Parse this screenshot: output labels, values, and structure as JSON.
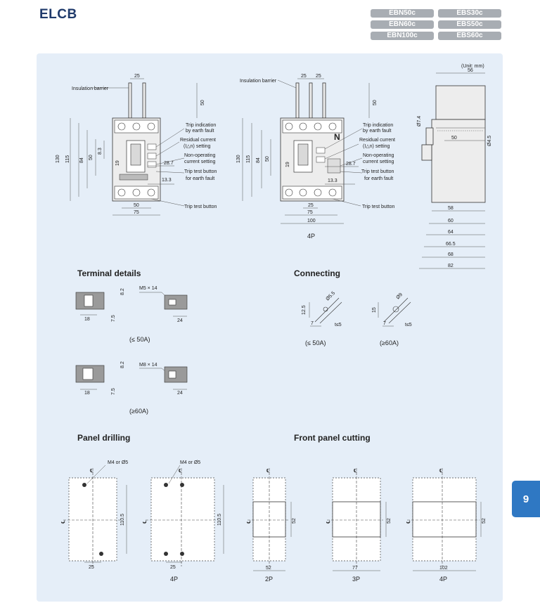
{
  "header": {
    "title": "ELCB",
    "models": [
      "EBN50c",
      "EBS30c",
      "EBN60c",
      "EBS50c",
      "EBN100c",
      "EBS60c"
    ]
  },
  "page_tab": "9",
  "top_drawing": {
    "unit": "(Unit: mm)",
    "labels": {
      "insulation_barrier": "Insulation barrier",
      "trip_indication_1": "Trip indication",
      "trip_indication_2": "by earth fault",
      "residual_current_1": "Residual current",
      "residual_current_2": "(I△n) setting",
      "non_operating_1": "Non-operating",
      "non_operating_2": "current setting",
      "trip_test_1": "Trip test button",
      "trip_test_2": "for earth fault",
      "trip_test_button": "Trip test button"
    },
    "three_pole_dims": [
      "25",
      "50",
      "130",
      "115",
      "84",
      "50",
      "8.3",
      "19",
      "28.7",
      "13.3",
      "50",
      "75"
    ],
    "four_pole_dims": [
      "25",
      "25",
      "50",
      "130",
      "115",
      "84",
      "50",
      "19",
      "28.7",
      "13.3",
      "25",
      "75",
      "100"
    ],
    "four_pole_caption": "4P",
    "n_mark": "N",
    "side_dims": [
      "56",
      "Ø7.4",
      "50",
      "Ø4.5",
      "58",
      "60",
      "64",
      "66.5",
      "68",
      "82"
    ]
  },
  "terminal_details": {
    "heading": "Terminal details",
    "small": {
      "screw": "M5 × 14",
      "dims": [
        "8.2",
        "18",
        "7.5",
        "24"
      ],
      "caption": "(≤ 50A)"
    },
    "large": {
      "screw": "M8 × 14",
      "dims": [
        "8.2",
        "18",
        "7.5",
        "24"
      ],
      "caption": "(≥60A)"
    }
  },
  "connecting": {
    "heading": "Connecting",
    "small": {
      "dims": [
        "12.5",
        "Ø5.5",
        "7",
        "t≤5"
      ],
      "caption": "(≤ 50A)"
    },
    "large": {
      "dims": [
        "15",
        "Ø9",
        "7",
        "t≤5"
      ],
      "caption": "(≥60A)"
    }
  },
  "panel_drilling": {
    "heading": "Panel drilling",
    "screw_label": "M4 or Ø5",
    "cl": "℄",
    "dims": [
      "110.5",
      "25"
    ],
    "four_pole_caption": "4P"
  },
  "front_panel_cutting": {
    "heading": "Front panel cutting",
    "cl": "℄",
    "items": [
      {
        "width": "52",
        "height": "52",
        "caption": "2P"
      },
      {
        "width": "77",
        "height": "52",
        "caption": "3P"
      },
      {
        "width": "102",
        "height": "52",
        "caption": "4P"
      }
    ]
  }
}
